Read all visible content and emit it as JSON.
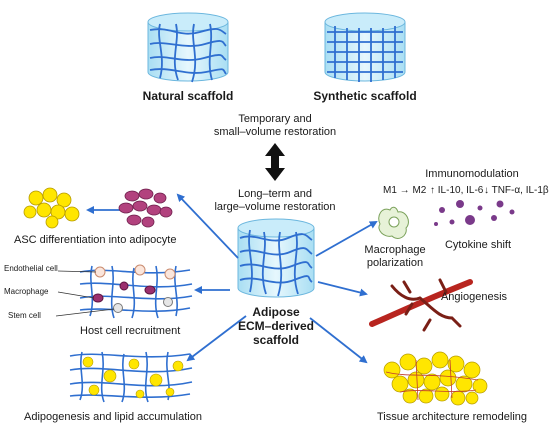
{
  "top": {
    "natural_label": "Natural scaffold",
    "synthetic_label": "Synthetic scaffold",
    "temporary_line1": "Temporary and",
    "temporary_line2": "small–volume restoration",
    "longterm_line1": "Long–term and",
    "longterm_line2": "large–volume restoration"
  },
  "center": {
    "line1": "Adipose",
    "line2": "ECM–derived",
    "line3": "scaffold"
  },
  "left": {
    "asc_label": "ASC differentiation into adipocyte",
    "endothelial_label": "Endothelial cell",
    "macrophage_label": "Macrophage",
    "stem_label": "Stem cell",
    "recruitment_label": "Host cell recruitment",
    "adipogenesis_label": "Adipogenesis and lipid accumulation"
  },
  "right": {
    "immuno_title": "Immunomodulation",
    "m1m2": "M1 → M2",
    "il_up": "↑ IL-10, IL-6",
    "tnf_down": "↓ TNF-α, IL-1β",
    "macro_line1": "Macrophage",
    "macro_line2": "polarization",
    "cytokine_label": "Cytokine shift",
    "angio_label": "Angiogenesis",
    "tissue_label": "Tissue architecture remodeling"
  },
  "colors": {
    "scaffold_blue": "#2f6fd0",
    "cylinder_fill": "#d7f0fb",
    "arrow_blue": "#2f6fd0",
    "adipocyte_yellow": "#ffe600",
    "vessel_red": "#b8251f",
    "cytokine_purple": "#7a3a8a"
  }
}
